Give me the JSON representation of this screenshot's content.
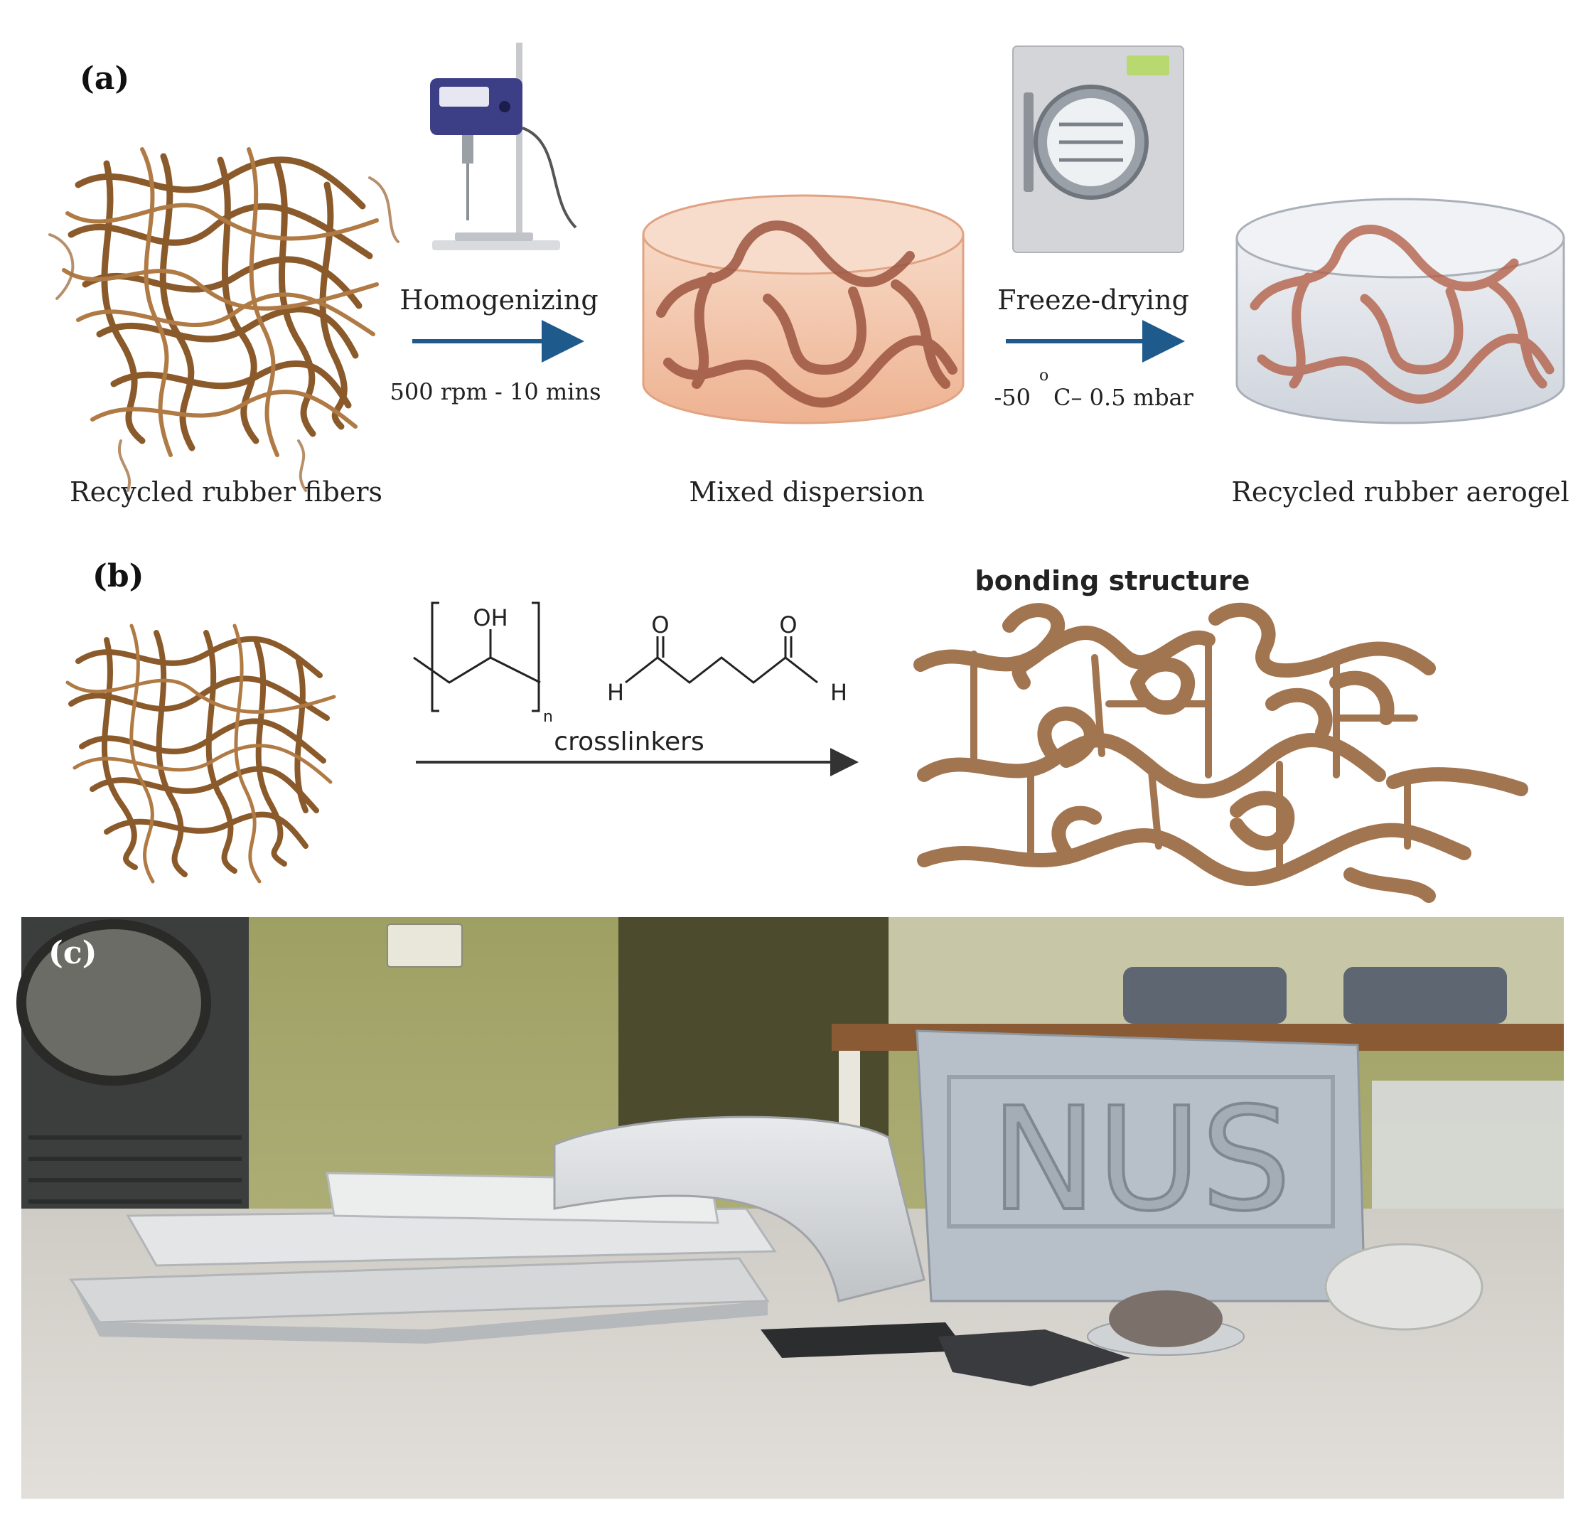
{
  "panel_a": {
    "label": "(a)",
    "step1": {
      "title": "Homogenizing",
      "condition": "500 rpm - 10 mins"
    },
    "step2": {
      "title": "Freeze-drying",
      "condition_value": "-50",
      "condition_degree": "o",
      "condition_rest": "C– 0.5 mbar"
    },
    "captions": {
      "fibers": "Recycled rubber fibers",
      "dispersion": "Mixed dispersion",
      "aerogel": "Recycled rubber aerogel"
    }
  },
  "panel_b": {
    "label": "(b)",
    "pva_group": "OH",
    "pva_subscript": "n",
    "aldehyde_o1": "O",
    "aldehyde_o2": "O",
    "aldehyde_h1": "H",
    "aldehyde_h2": "H",
    "arrow_label": "crosslinkers",
    "result_title": "bonding structure"
  },
  "panel_c": {
    "label": "(c)",
    "sign_text": "NUS"
  },
  "colors": {
    "fiber": "#8b5a2b",
    "fiber_light": "#b07a45",
    "arrow_blue": "#1f5a8c",
    "dispersion_fill": "#f2c4aa",
    "aerogel_fill": "#dfe3ea",
    "photo_wall": "#a9ad6a",
    "photo_table": "#d9d6d1"
  }
}
